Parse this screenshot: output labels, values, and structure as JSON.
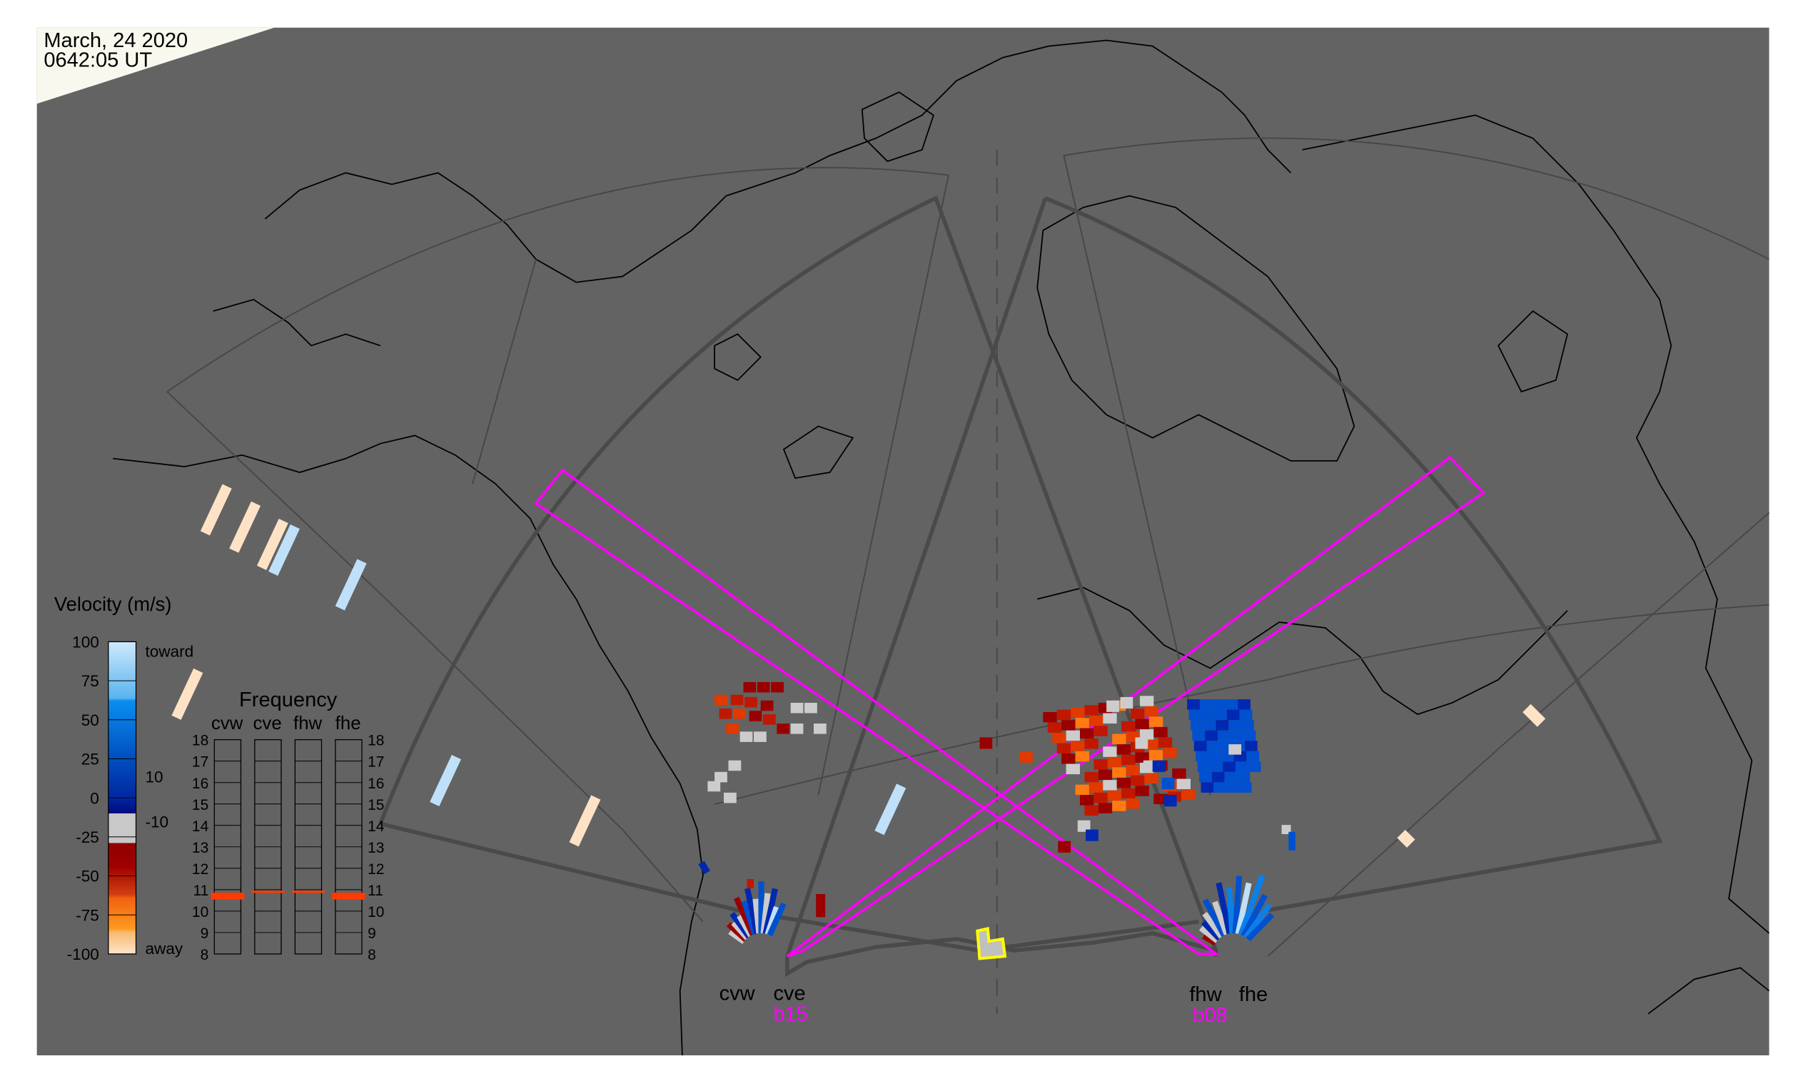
{
  "header": {
    "date": "March, 24 2020",
    "time": "0642:05 UT"
  },
  "colorbar": {
    "title": "Velocity (m/s)",
    "ticks": [
      "100",
      "75",
      "50",
      "25",
      "0",
      "-25",
      "-50",
      "-75",
      "-100"
    ],
    "toward_label": "toward",
    "away_label": "away",
    "gs_upper": "10",
    "gs_lower": "-10",
    "range": [
      -100,
      100
    ]
  },
  "frequency": {
    "title": "Frequency",
    "radars": [
      "cvw",
      "cve",
      "fhw",
      "fhe"
    ],
    "ticks": [
      "18",
      "17",
      "16",
      "15",
      "14",
      "13",
      "12",
      "11",
      "10",
      "9",
      "8"
    ],
    "unit_range_mhz": [
      8,
      18
    ],
    "active_mhz": {
      "cvw": 10.7,
      "cve": 10.9,
      "fhw": 10.9,
      "fhe": 10.7
    }
  },
  "sites": [
    {
      "radars": [
        "cvw",
        "cve"
      ],
      "beam_label": "b15"
    },
    {
      "radars": [
        "fhw",
        "fhe"
      ],
      "beam_label": "b08"
    }
  ],
  "colors": {
    "background": "#636363",
    "beam": "#ff00ff",
    "highlight": "#ffff00",
    "daylight": "#f8f8ee"
  }
}
